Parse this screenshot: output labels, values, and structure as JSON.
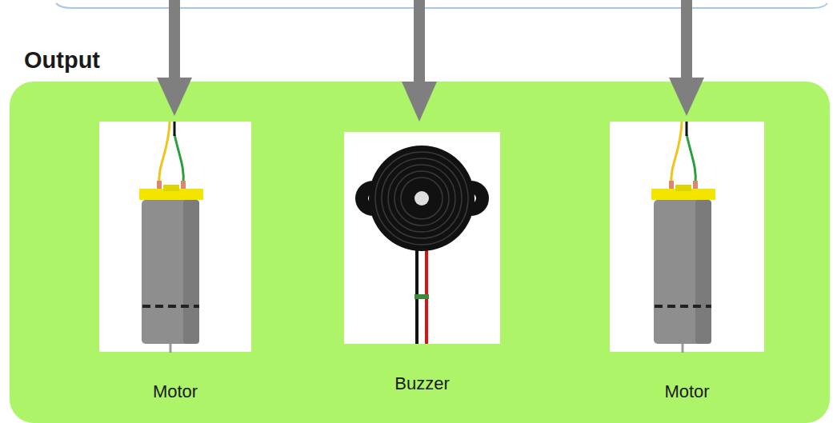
{
  "diagram": {
    "nodes": [
      {
        "text": [
          "Output"
        ]
      },
      {
        "text": [
          "Motor"
        ],
        "in": 0
      },
      {
        "text": [
          "Buzzer"
        ],
        "in": 0
      },
      {
        "text": [
          "Motor"
        ],
        "in": 0
      }
    ]
  }
}
